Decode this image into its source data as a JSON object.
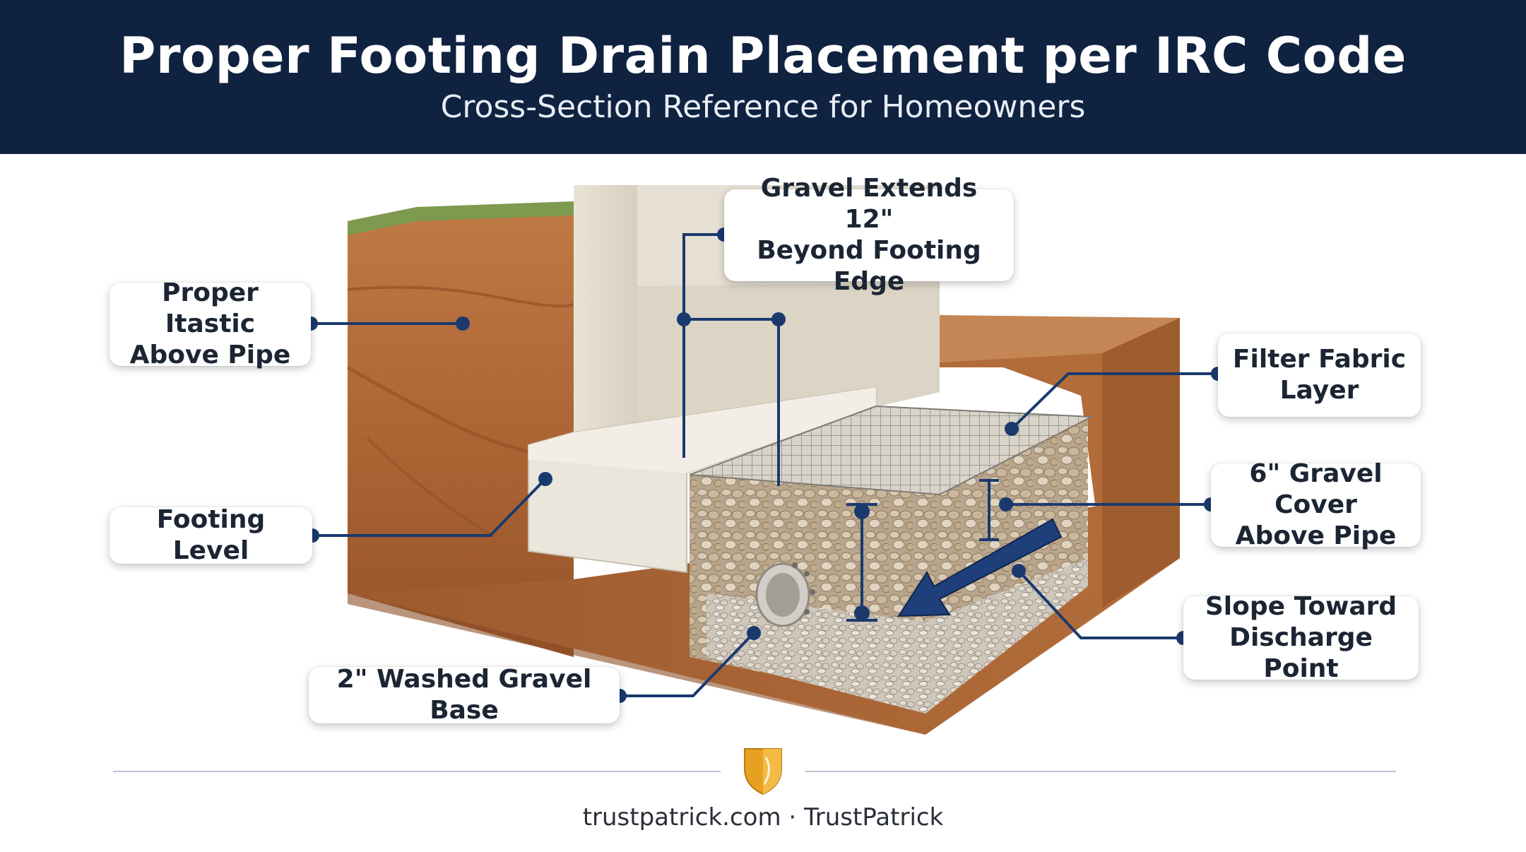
{
  "header": {
    "title": "Proper Footing Drain Placement per IRC Code",
    "subtitle": "Cross-Section Reference for Homeowners"
  },
  "callouts": {
    "proper_itastic": "Proper Itastic\nAbove Pipe",
    "gravel_extends": "Gravel Extends 12\"\nBeyond Footing Edge",
    "filter_fabric": "Filter Fabric\nLayer",
    "footing_level": "Footing Level",
    "gravel_cover": "6\" Gravel Cover\nAbove Pipe",
    "slope_toward": "Slope Toward\nDischarge Point",
    "washed_gravel": "2\" Washed Gravel Base"
  },
  "footer": {
    "text": "trustpatrick.com · TrustPatrick",
    "logo_icon": "shield-icon"
  },
  "colors": {
    "header_bg": "#0f2240",
    "accent_navy": "#1a3a6e",
    "soil": "#b06a3a",
    "concrete": "#e7e0d3",
    "grass": "#7d9a4f",
    "shield": "#e7a020"
  }
}
